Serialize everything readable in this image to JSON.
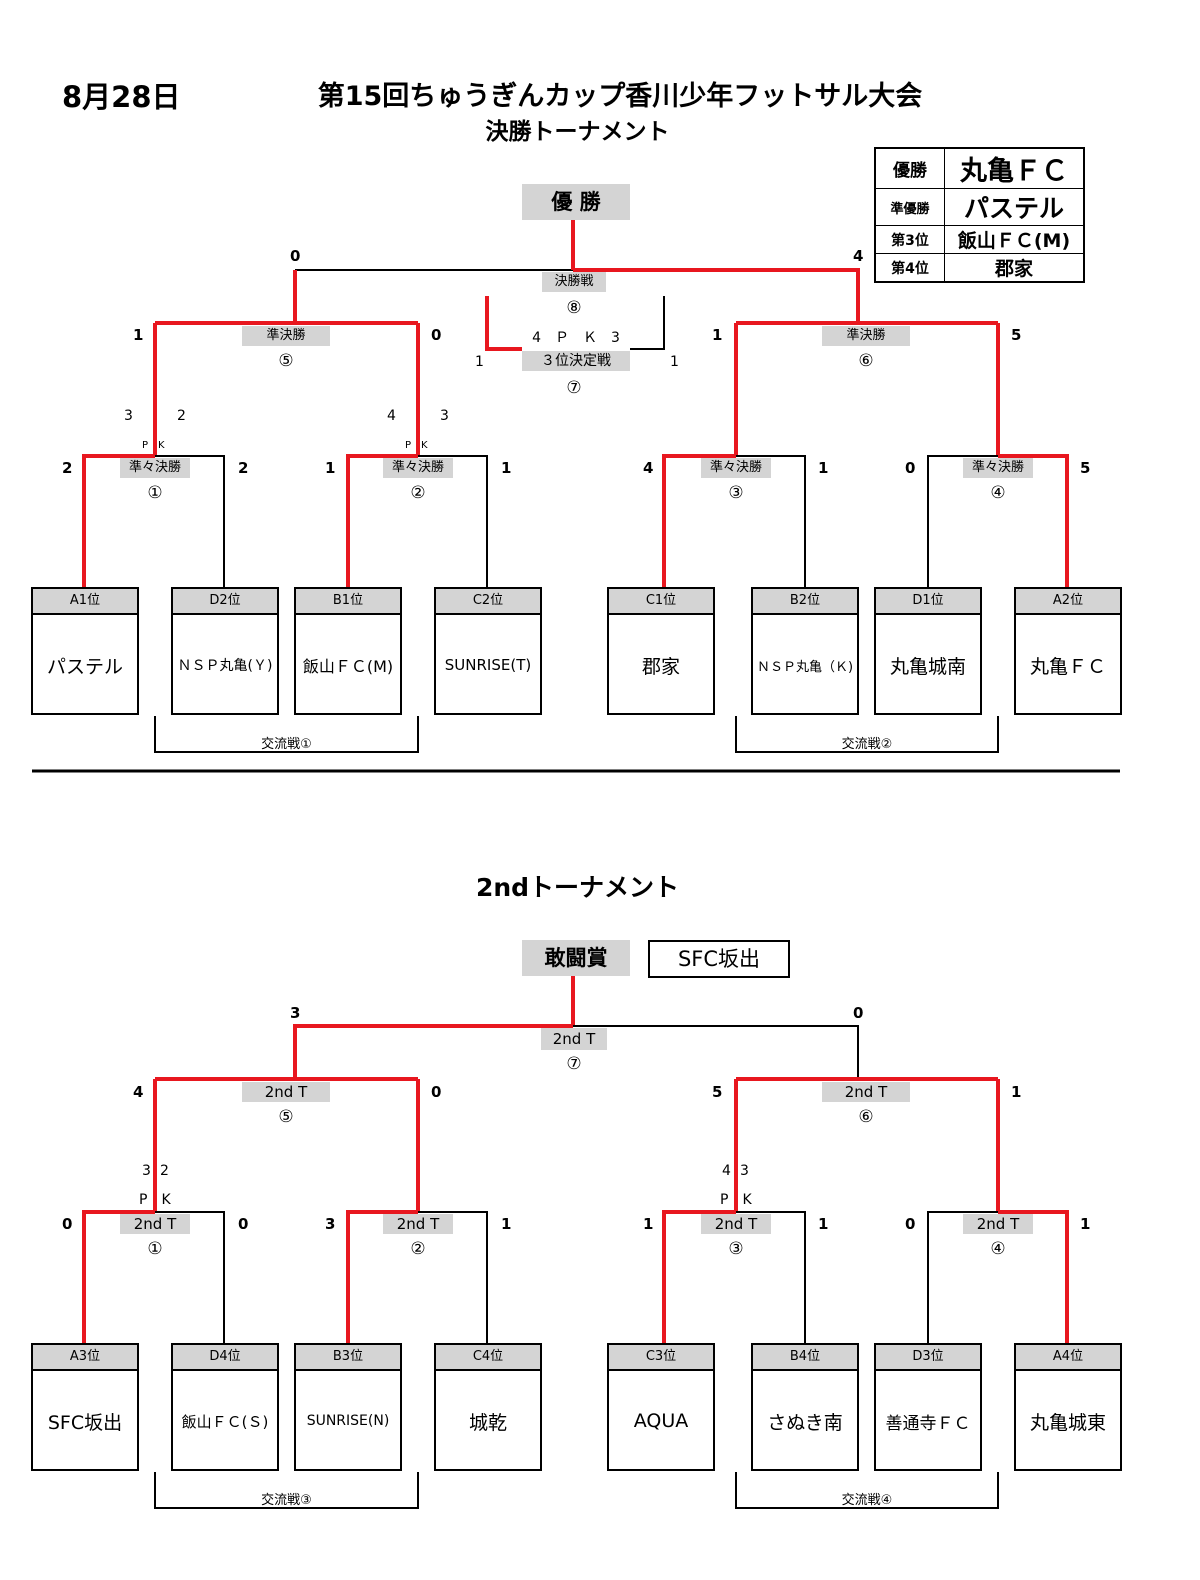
{
  "header": {
    "date": "8月28日",
    "title": "第15回ちゅうぎんカップ香川少年フットサル大会",
    "subtitle": "決勝トーナメント"
  },
  "results": [
    {
      "rank": "優勝",
      "team": "丸亀ＦＣ"
    },
    {
      "rank": "準優勝",
      "team": "パステル"
    },
    {
      "rank": "第3位",
      "team": "飯山ＦＣ(M)"
    },
    {
      "rank": "第4位",
      "team": "郡家"
    }
  ],
  "t1": {
    "champion_label": "優 勝",
    "final": {
      "label": "決勝戦",
      "num": "⑧",
      "score_left": "0",
      "score_right": "4"
    },
    "third": {
      "label": "３位決定戦",
      "num": "⑦",
      "pk": "4　Ｐ　Ｋ　3",
      "score_left": "1",
      "score_right": "1"
    },
    "sf5": {
      "label": "準決勝",
      "num": "⑤",
      "score_left": "1",
      "score_right": "0"
    },
    "sf6": {
      "label": "準決勝",
      "num": "⑥",
      "score_left": "1",
      "score_right": "5"
    },
    "qf1": {
      "label": "準々決勝",
      "num": "①",
      "score_left": "2",
      "score_right": "2",
      "pk_left": "3",
      "pk_right": "2",
      "pk_mark": "P　K"
    },
    "qf2": {
      "label": "準々決勝",
      "num": "②",
      "score_left": "1",
      "score_right": "1",
      "pk_left": "4",
      "pk_right": "3",
      "pk_mark": "P　K"
    },
    "qf3": {
      "label": "準々決勝",
      "num": "③",
      "score_left": "4",
      "score_right": "1"
    },
    "qf4": {
      "label": "準々決勝",
      "num": "④",
      "score_left": "0",
      "score_right": "5"
    },
    "teams": [
      {
        "seed": "A1位",
        "name": "パステル"
      },
      {
        "seed": "D2位",
        "name": "ＮＳＰ丸亀(Ｙ)"
      },
      {
        "seed": "B1位",
        "name": "飯山ＦＣ(M)"
      },
      {
        "seed": "C2位",
        "name": "SUNRISE(T)"
      },
      {
        "seed": "C1位",
        "name": "郡家"
      },
      {
        "seed": "B2位",
        "name": "ＮＳＰ丸亀（Ｋ)"
      },
      {
        "seed": "D1位",
        "name": "丸亀城南"
      },
      {
        "seed": "A2位",
        "name": "丸亀ＦＣ"
      }
    ],
    "exchange_left": "交流戦①",
    "exchange_right": "交流戦②"
  },
  "t2": {
    "title": "2ndトーナメント",
    "award_label": "敢闘賞",
    "award_team": "SFC坂出",
    "final": {
      "label": "2nd T",
      "num": "⑦",
      "score_left": "3",
      "score_right": "0"
    },
    "sf5": {
      "label": "2nd T",
      "num": "⑤",
      "score_left": "4",
      "score_right": "0"
    },
    "sf6": {
      "label": "2nd T",
      "num": "⑥",
      "score_left": "5",
      "score_right": "1"
    },
    "qf1": {
      "label": "2nd T",
      "num": "①",
      "score_left": "0",
      "score_right": "0",
      "pk_left": "3",
      "pk_right": "2",
      "pk_mark": "P　K"
    },
    "qf2": {
      "label": "2nd T",
      "num": "②",
      "score_left": "3",
      "score_right": "1"
    },
    "qf3": {
      "label": "2nd T",
      "num": "③",
      "score_left": "1",
      "score_right": "1",
      "pk_left": "4",
      "pk_right": "3",
      "pk_mark": "P　K"
    },
    "qf4": {
      "label": "2nd T",
      "num": "④",
      "score_left": "0",
      "score_right": "1"
    },
    "teams": [
      {
        "seed": "A3位",
        "name": "SFC坂出"
      },
      {
        "seed": "D4位",
        "name": "飯山ＦＣ(Ｓ)"
      },
      {
        "seed": "B3位",
        "name": "SUNRISE(N)"
      },
      {
        "seed": "C4位",
        "name": "城乾"
      },
      {
        "seed": "C3位",
        "name": "AQUA"
      },
      {
        "seed": "B4位",
        "name": "さぬき南"
      },
      {
        "seed": "D3位",
        "name": "善通寺ＦＣ"
      },
      {
        "seed": "A4位",
        "name": "丸亀城東"
      }
    ],
    "exchange_left": "交流戦③",
    "exchange_right": "交流戦④"
  },
  "colors": {
    "winner_line": "#e8171f",
    "loser_line": "#000000",
    "label_bg": "#d4d4d4"
  }
}
